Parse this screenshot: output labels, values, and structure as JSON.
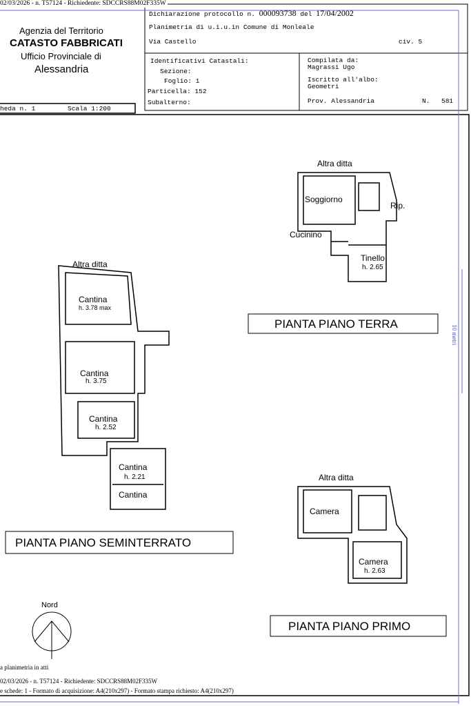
{
  "header_stamp": "02/03/2026 - n. T57124 - Richiedente: SDCCRS88M02F335W",
  "agency": {
    "line1": "Agenzia del Territorio",
    "line2": "CATASTO FABBRICATI",
    "line3": "Ufficio Provinciale di",
    "line4": "Alessandria"
  },
  "declaration": {
    "label": "Dichiarazione protocollo n.",
    "number": "000093738",
    "del": "del",
    "date": "17/04/2002"
  },
  "planimetria": "Planimetria di u.i.u.in Comune di Monleale",
  "address": "Via Castello",
  "civ": "civ. 5",
  "ident": {
    "title": "Identificativi Catastali:",
    "sezione": "Sezione:",
    "foglio": "Foglio: 1",
    "particella": "Particella: 152",
    "subalterno": "Subalterno:"
  },
  "compilata": {
    "label": "Compilata da:",
    "name": "Magrassi Ugo",
    "albo": "Iscritto all'albo:",
    "albo_value": "Geometri",
    "prov": "Prov. Alessandria",
    "n_label": "N.",
    "n_value": "581"
  },
  "scheda": "heda n. 1",
  "scala": "Scala 1:200",
  "plans": {
    "terra": {
      "title": "PIANTA PIANO TERRA",
      "altra": "Altra ditta",
      "soggiorno": "Soggiorno",
      "rip": "Rip.",
      "cucinino": "Cucinino",
      "tinello": "Tinello",
      "tinello_h": "h. 2.65"
    },
    "seminterrato": {
      "title": "PIANTA PIANO SEMINTERRATO",
      "altra": "Altra ditta",
      "c1": "Cantina",
      "c1_h": "h. 3.78 max",
      "c2": "Cantina",
      "c2_h": "h. 3.75",
      "c3": "Cantina",
      "c3_h": "h. 2.52",
      "c4": "Cantina",
      "c4_h": "h. 2.21",
      "c5": "Cantina"
    },
    "primo": {
      "title": "PIANTA PIANO PRIMO",
      "altra": "Altra ditta",
      "camera1": "Camera",
      "camera2": "Camera",
      "camera2_h": "h. 2.63"
    }
  },
  "nord": "Nord",
  "scale_bar": "10 metri",
  "footer": {
    "atti": "a planimetria in atti",
    "stamp": "02/03/2026 - n. T57124 - Richiedente: SDCCRS88M02F335W",
    "formato": "e schede: 1 - Formato di acquisizione: A4(210x297)  - Formato stampa richiesto: A4(210x297)"
  }
}
